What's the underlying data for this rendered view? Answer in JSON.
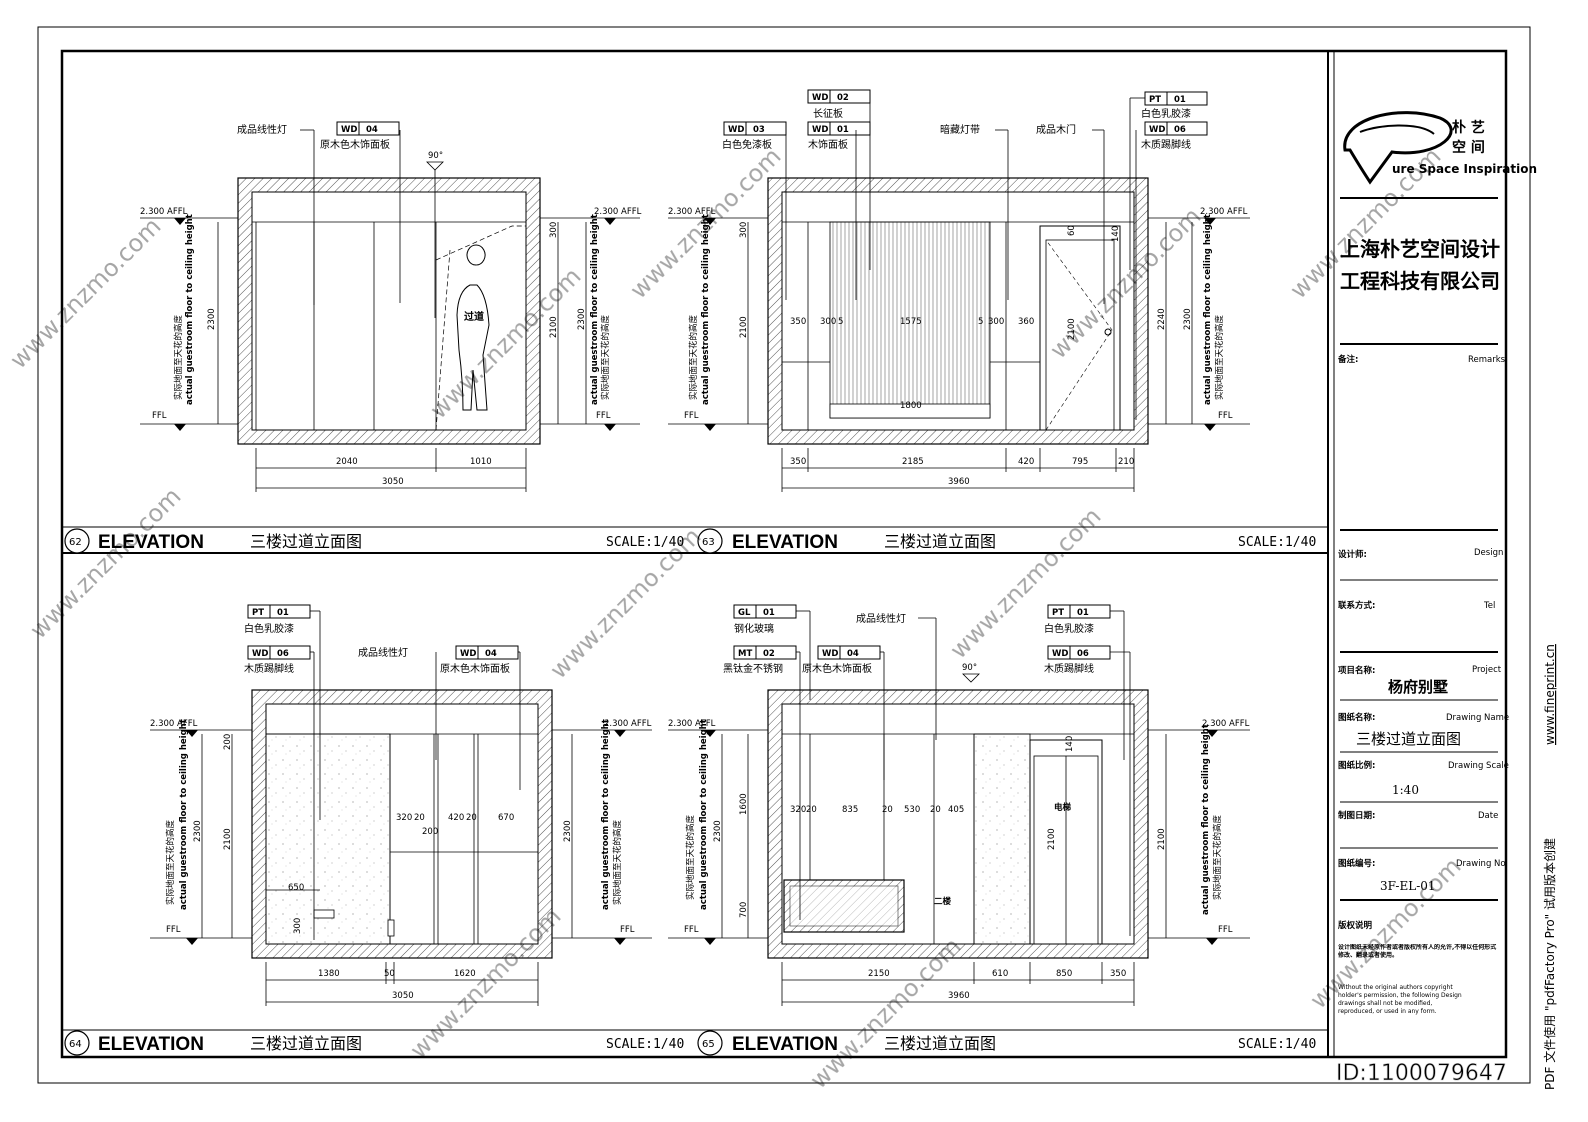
{
  "colors": {
    "ink": "#000000",
    "wall_fill": "#ffffff",
    "hatch": "#555555",
    "link_blue": "#2222aa",
    "watermark": "#d9d9d9"
  },
  "watermark": {
    "text": "www.znzmo.com"
  },
  "id_footer": "ID:1100079647",
  "side_note": {
    "text": "PDF 文件使用 \"pdfFactory Pro\" 试用版本创建",
    "link": "www.fineprint.cn"
  },
  "company": {
    "logo_cn_top": "朴 艺",
    "logo_cn_bottom": "空 间",
    "logo_en": "ure Space Inspiration",
    "name_line1": "上海朴艺空间设计",
    "name_line2": "工程科技有限公司"
  },
  "title_block": {
    "remarks_cn": "备注:",
    "remarks_en": "Remarks",
    "design_cn": "设计师:",
    "design_en": "Design",
    "tel_cn": "联系方式:",
    "tel_en": "Tel",
    "project_cn": "项目名称:",
    "project_en": "Project",
    "project_value": "杨府别墅",
    "drawing_name_cn": "图纸名称:",
    "drawing_name_en": "Drawing Name",
    "drawing_name_value": "三楼过道立面图",
    "scale_cn": "图纸比例:",
    "scale_en": "Drawing Scale",
    "scale_value": "1:40",
    "date_cn": "制图日期:",
    "date_en": "Date",
    "number_cn": "图纸编号:",
    "number_en": "Drawing No",
    "number_value": "3F-EL-01",
    "copyright_title": "版权说明",
    "copyright_cn": "设计图纸未经原作者或者版权所有人的允许,不得以任何形式修改、翻录或者使用。",
    "copyright_en": "Without the original authors copyright holder's permission, the following Design drawings shall not be modified, reproduced, or used in any form."
  },
  "panels": [
    {
      "num": "62",
      "elev": "ELEVATION",
      "title": "三楼过道立面图",
      "scale": "SCALE:1/40"
    },
    {
      "num": "63",
      "elev": "ELEVATION",
      "title": "三楼过道立面图",
      "scale": "SCALE:1/40"
    },
    {
      "num": "64",
      "elev": "ELEVATION",
      "title": "三楼过道立面图",
      "scale": "SCALE:1/40"
    },
    {
      "num": "65",
      "elev": "ELEVATION",
      "title": "三楼过道立面图",
      "scale": "SCALE:1/40"
    }
  ],
  "common": {
    "affl": "2.300 AFFL",
    "ffl": "FFL",
    "height_cn": "实际地面至天花的高度",
    "height_en": "actual guestroom floor to ceiling height",
    "angle": "90°",
    "corridor": "过道",
    "stairs": "二楼",
    "elevator": "电梯"
  },
  "tags": {
    "wd04": {
      "code": "WD",
      "num": "04",
      "desc": "原木色木饰面板"
    },
    "wd02": {
      "code": "WD",
      "num": "02",
      "desc": "长征板"
    },
    "wd03": {
      "code": "WD",
      "num": "03",
      "desc": "白色免漆板"
    },
    "wd01": {
      "code": "WD",
      "num": "01",
      "desc": "木饰面板"
    },
    "pt01": {
      "code": "PT",
      "num": "01",
      "desc": "白色乳胶漆"
    },
    "wd06": {
      "code": "WD",
      "num": "06",
      "desc": "木质踢脚线"
    },
    "gl01": {
      "code": "GL",
      "num": "01",
      "desc": "钢化玻璃"
    },
    "mt02": {
      "code": "MT",
      "num": "02",
      "desc": "黑钛金不锈钢"
    }
  },
  "labels": {
    "linear_light": "成品线性灯",
    "hidden_light": "暗藏灯带",
    "wood_door": "成品木门"
  },
  "dims": {
    "p62": {
      "bottom": [
        "2040",
        "1010"
      ],
      "total": "3050",
      "left": "2300",
      "right": [
        "300",
        "2100",
        "2300"
      ]
    },
    "p63": {
      "bottom": [
        "350",
        "2185",
        "420",
        "795",
        "210"
      ],
      "total": "3960",
      "left": [
        "300",
        "2100"
      ],
      "right": [
        "2240",
        "2300"
      ],
      "inner": [
        "350",
        "300",
        "5",
        "1575",
        "5",
        "300",
        "360"
      ],
      "bench": "1800",
      "door": [
        "60",
        "140",
        "2100"
      ]
    },
    "p64": {
      "bottom": [
        "1380",
        "50",
        "1620"
      ],
      "total": "3050",
      "left": [
        "200",
        "2100",
        "2300"
      ],
      "right": "2300",
      "inner": [
        "320",
        "20",
        "420",
        "20",
        "670"
      ],
      "inner2": "200",
      "small": [
        "650",
        "300"
      ]
    },
    "p65": {
      "bottom": [
        "2150",
        "610",
        "850",
        "350"
      ],
      "total": "3960",
      "left": [
        "1600",
        "700",
        "2300"
      ],
      "right": "2100",
      "inner": [
        "320",
        "20",
        "835",
        "20",
        "530",
        "20",
        "405"
      ],
      "door": [
        "140",
        "2100"
      ]
    }
  }
}
